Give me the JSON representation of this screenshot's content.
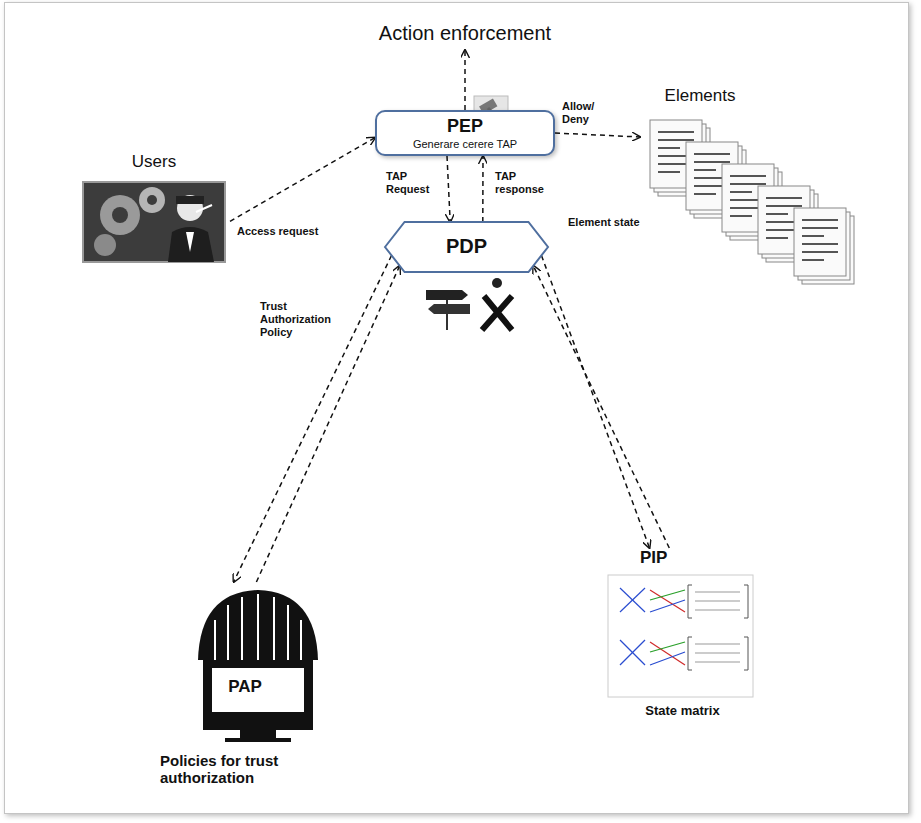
{
  "diagram": {
    "nodes": [
      {
        "text": [
          "Action enforcement"
        ]
      },
      {
        "text": [
          "Users"
        ]
      },
      {
        "text": [
          "PEP",
          "Generare cerere TAP"
        ]
      },
      {
        "text": [
          "Elements"
        ]
      },
      {
        "text": [
          "PDP"
        ]
      },
      {
        "text": [
          "PAP",
          "Policies for trust authorization"
        ]
      },
      {
        "text": [
          "PIP",
          "State matrix"
        ]
      }
    ],
    "edges": [
      {
        "from": 1,
        "to": 2,
        "label": "Access request",
        "arrow": "to"
      },
      {
        "from": 2,
        "to": 0,
        "arrow": "to"
      },
      {
        "from": 2,
        "to": 3,
        "label": "Allow/ Deny",
        "arrow": "to"
      },
      {
        "from": 2,
        "to": 4,
        "label": "TAP Request",
        "arrow": "to"
      },
      {
        "from": 4,
        "to": 2,
        "label": "TAP response",
        "arrow": "to"
      },
      {
        "from": 4,
        "to": 5,
        "label": "Trust Authorization Policy",
        "arrow": "to"
      },
      {
        "from": 5,
        "to": 4,
        "arrow": "to"
      },
      {
        "from": 4,
        "to": 6,
        "label": "Element state",
        "arrow": "to"
      },
      {
        "from": 6,
        "to": 4,
        "arrow": "to"
      }
    ]
  }
}
